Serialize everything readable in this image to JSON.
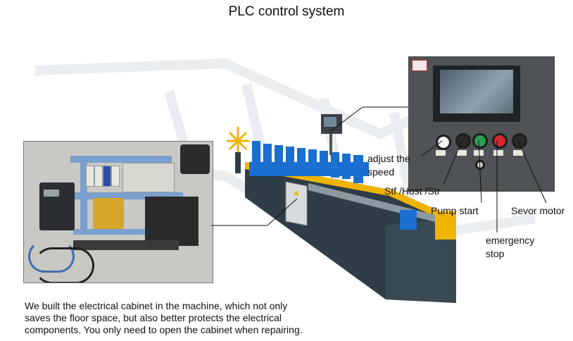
{
  "title": "PLC control system",
  "labels": {
    "adjust_speed": "adjust the speed",
    "stf_host_str": "Stf /Host /Str",
    "pump_start": "Pump start",
    "sevor_motor": "Sevor motor",
    "emergency_stop": "emergency stop"
  },
  "caption": {
    "line1": "We built the electrical cabinet in the machine, which not only",
    "line2": "saves the floor space, but also better protects the electrical",
    "line3": "components. You only need to open the cabinet when repairing."
  },
  "colors": {
    "machine_body": "#2f3d47",
    "roller_blue": "#1a6fd1",
    "accent_yellow": "#f0b400",
    "panel_grey": "#4f5355",
    "button_red": "#d7262d",
    "button_green": "#2a9d57"
  }
}
